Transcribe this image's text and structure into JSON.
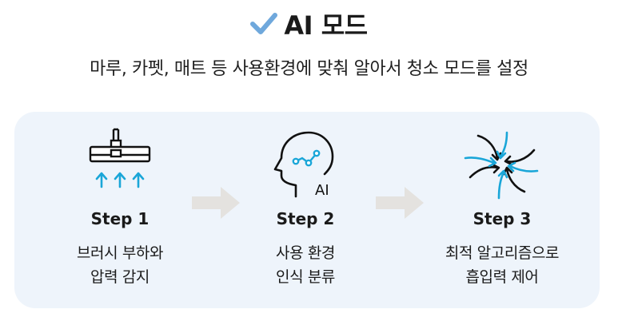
{
  "header": {
    "title": "AI 모드",
    "subtitle": "마루, 카펫, 매트 등 사용환경에 맞춰 알아서 청소 모드를 설정"
  },
  "colors": {
    "accent": "#1aa6d8",
    "check": "#6fa8dc",
    "panel": "#eef4fb",
    "arrow": "#e4e2df"
  },
  "steps": [
    {
      "icon": "brush-pressure-icon",
      "label": "Step 1",
      "desc_line1": "브러시 부하와",
      "desc_line2": "압력 감지"
    },
    {
      "icon": "ai-head-icon",
      "icon_text": "AI",
      "label": "Step 2",
      "desc_line1": "사용 환경",
      "desc_line2": "인식 분류"
    },
    {
      "icon": "suction-swirl-icon",
      "label": "Step 3",
      "desc_line1": "최적 알고리즘으로",
      "desc_line2": "흡입력 제어"
    }
  ]
}
